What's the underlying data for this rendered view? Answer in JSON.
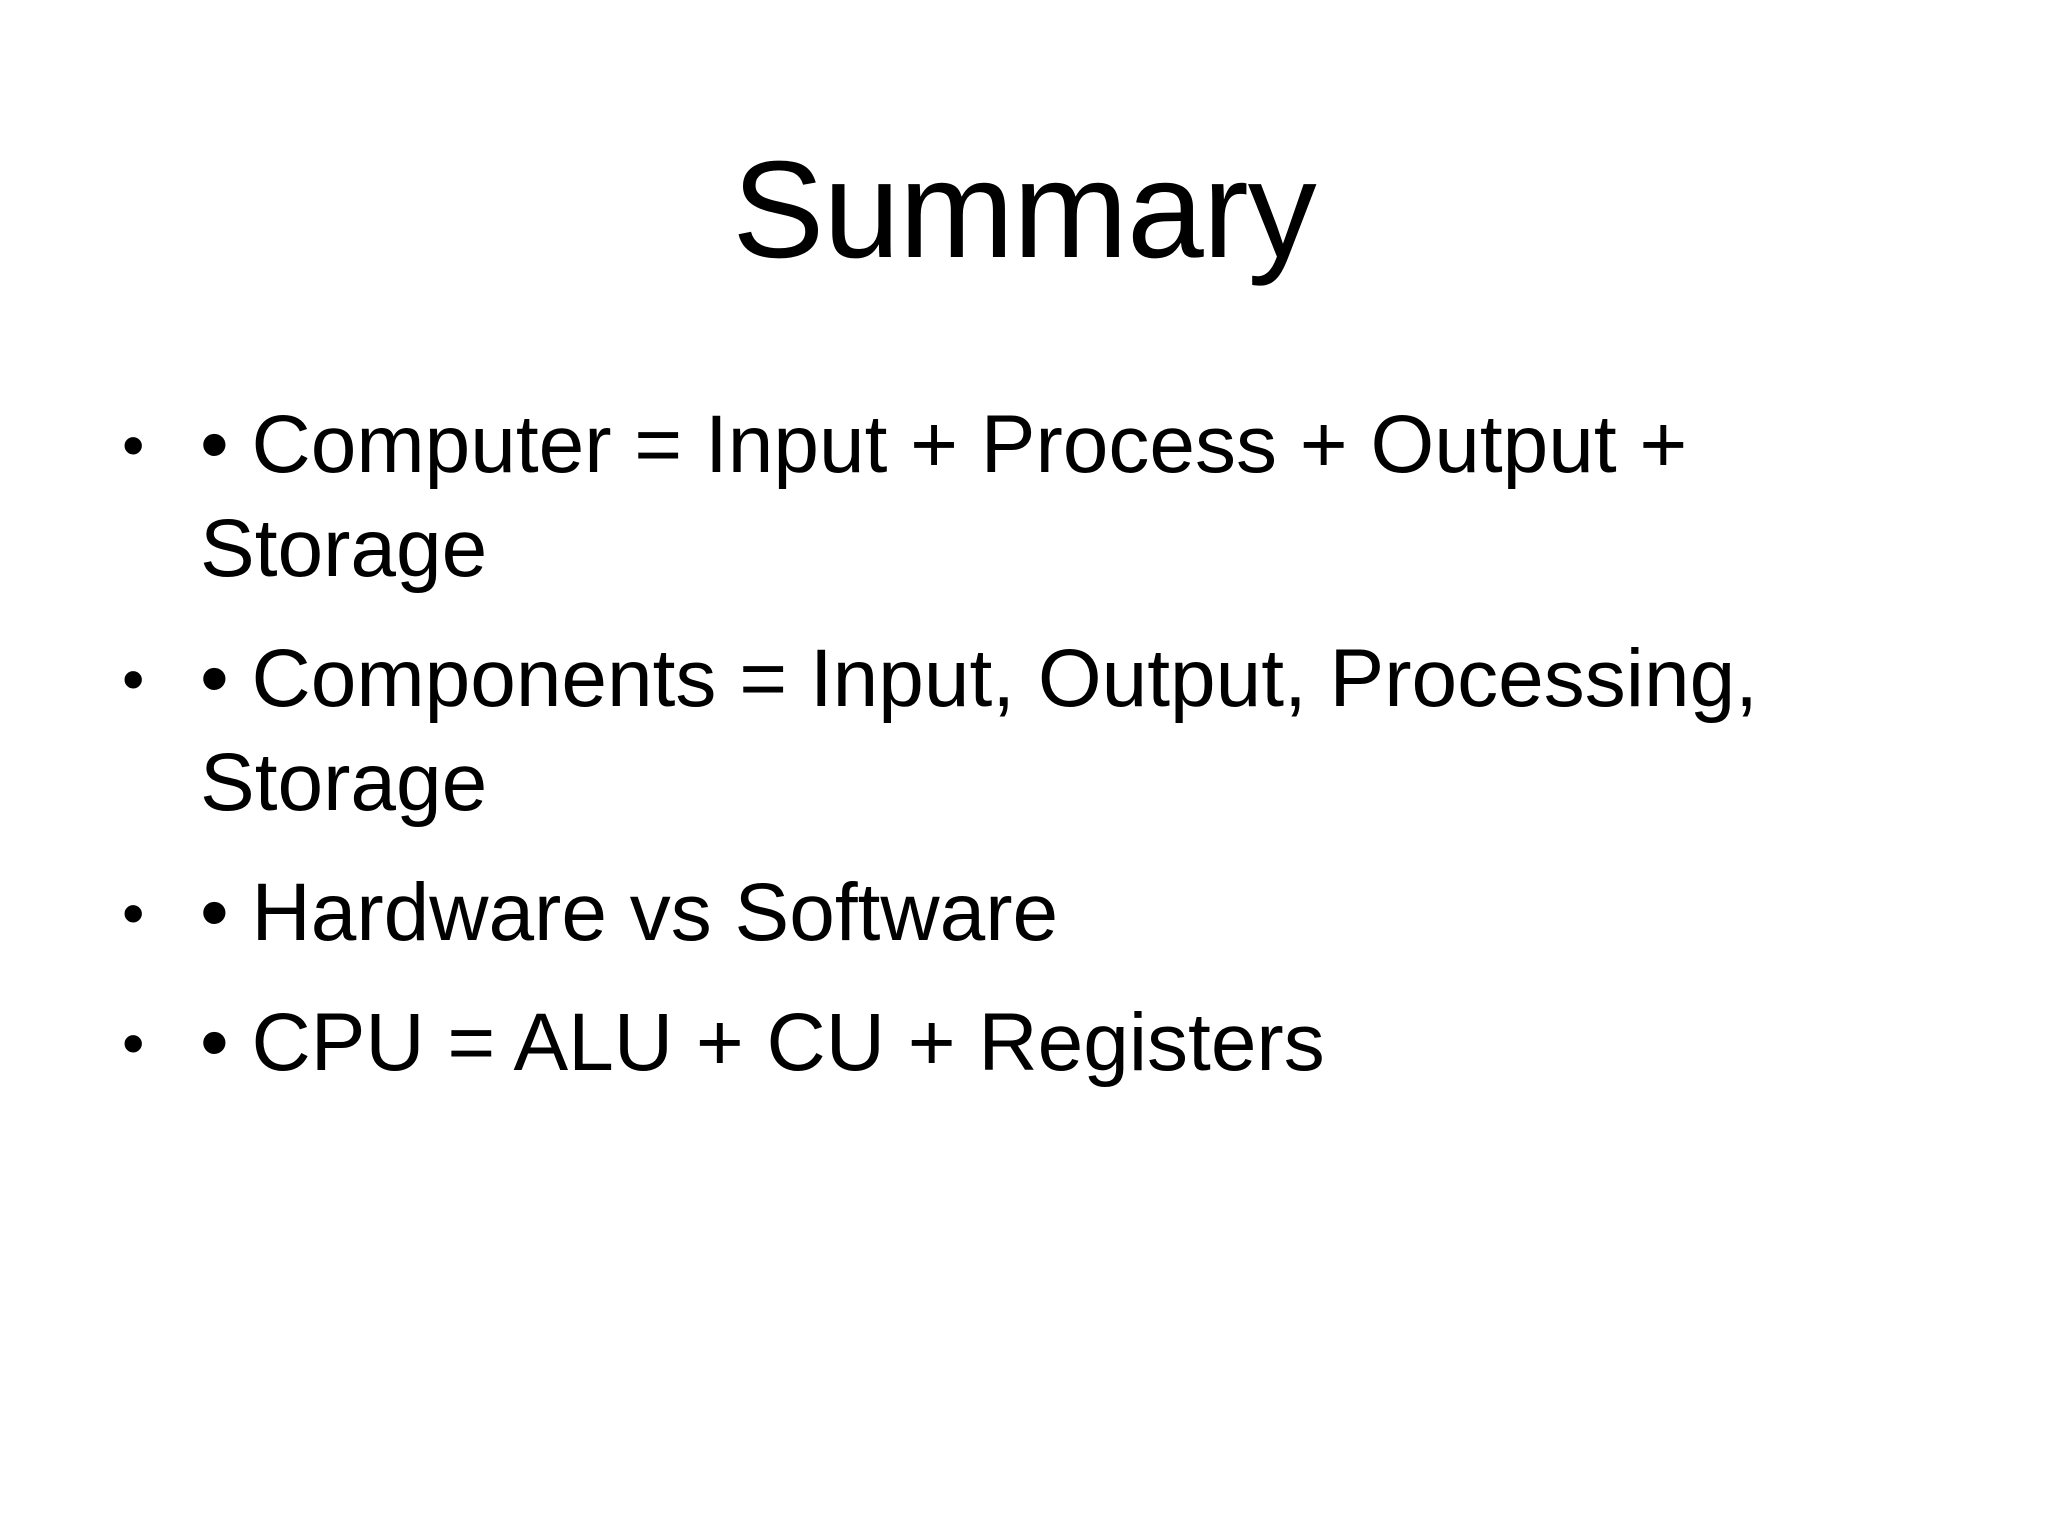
{
  "slide": {
    "title": "Summary",
    "colors": {
      "background": "#ffffff",
      "text": "#000000"
    },
    "bullets": [
      {
        "marker": "•",
        "text": "• Computer = Input + Process + Output +\nStorage"
      },
      {
        "marker": "•",
        "text": "• Components = Input, Output, Processing,\nStorage"
      },
      {
        "marker": "•",
        "text": "• Hardware vs Software"
      },
      {
        "marker": "•",
        "text": "• CPU = ALU + CU + Registers"
      }
    ]
  }
}
